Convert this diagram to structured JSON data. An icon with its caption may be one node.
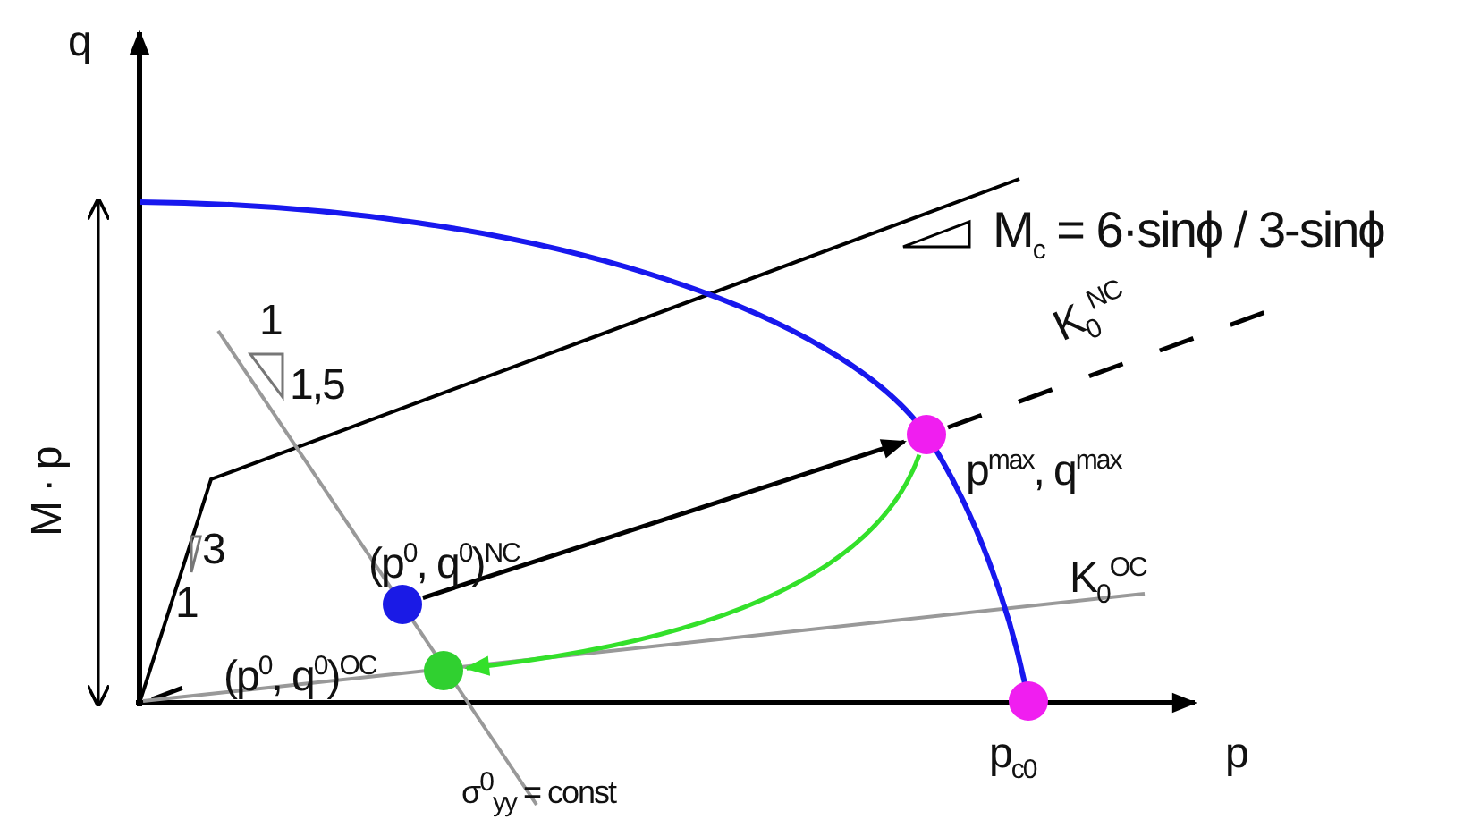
{
  "diagram": {
    "nodes": [
      {
        "text": [],
        "shape": "circle",
        "beside": [
          "(p$^{0}$, q$^{0}$)$^{NC}$"
        ]
      },
      {
        "text": [],
        "shape": "circle",
        "beside": [
          "p$^{max}$, q$^{max}$"
        ]
      },
      {
        "text": [],
        "shape": "circle",
        "beside": [
          "(p$^{0}$, q$^{0}$)$^{OC}$"
        ]
      },
      {
        "text": [],
        "shape": "circle",
        "beside": [
          "p$_{c0}$"
        ]
      }
    ],
    "edges": [
      {
        "from": 0,
        "to": 1,
        "arrow": "to"
      },
      {
        "from": 1,
        "to": 2,
        "arrow": "to",
        "color": "#33e02a"
      }
    ],
    "labels": [
      "q",
      "M · p",
      "M$_{c}$ = 6·sinϕ / 3-sinϕ",
      "K$_{0}$$^{NC}$",
      "1",
      "1,5",
      "3",
      "1",
      "K$_{0}$$^{OC}$",
      "p",
      "σ$^{0}$$_{yy}$ = const"
    ]
  }
}
